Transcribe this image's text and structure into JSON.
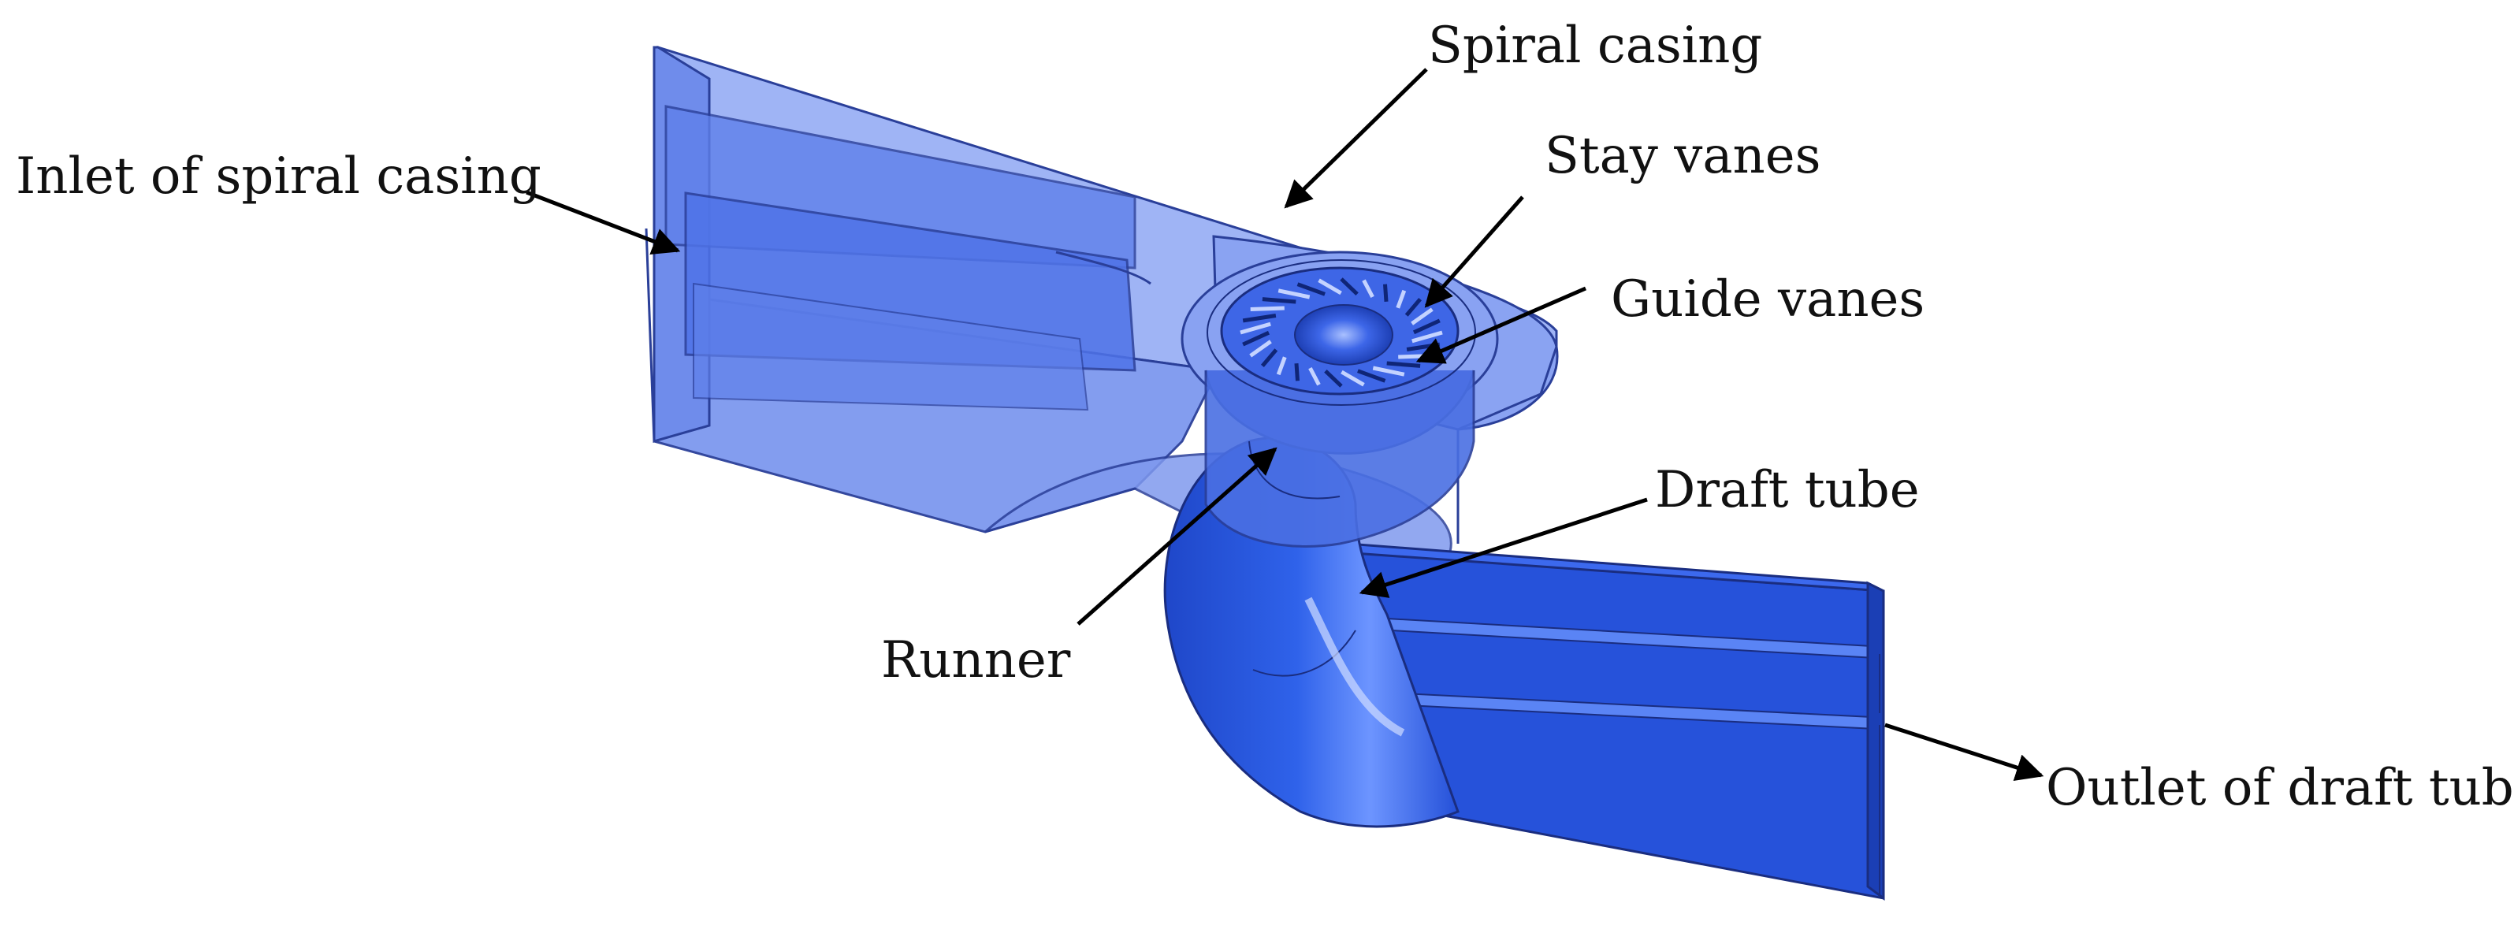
{
  "labels": {
    "spiral_casing": "Spiral casing",
    "inlet_of_spiral_casing": "Inlet of spiral casing",
    "stay_vanes": "Stay vanes",
    "guide_vanes": "Guide vanes",
    "draft_tube": "Draft tube",
    "runner": "Runner",
    "outlet_of_draft_tube": "Outlet of draft tube"
  },
  "colors": {
    "casing_light": "#8fa8f2",
    "casing_mid": "#6f8ff0",
    "casing_dark": "#4f72e6",
    "solid_blue": "#2d5be3",
    "solid_dark": "#1c3fb8",
    "edge": "#1a2d80",
    "arrow": "#000000"
  }
}
